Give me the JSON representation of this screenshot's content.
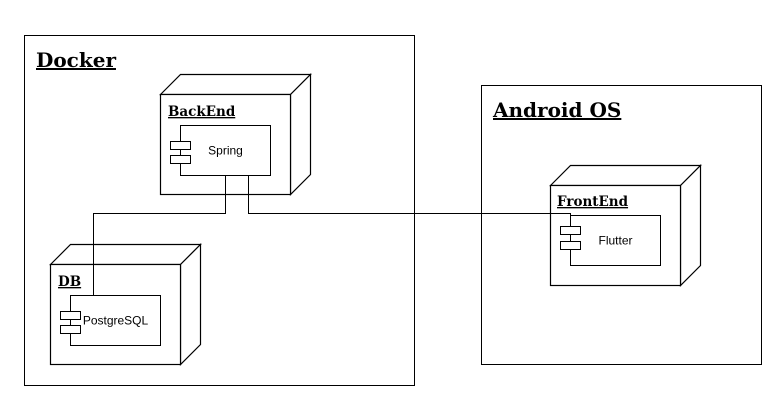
{
  "diagram": {
    "frames": {
      "docker": {
        "title": "Docker"
      },
      "android": {
        "title": "Android OS"
      }
    },
    "nodes": {
      "backend": {
        "title": "BackEnd",
        "component": "Spring"
      },
      "db": {
        "title": "DB",
        "component": "PostgreSQL"
      },
      "frontend": {
        "title": "FrontEnd",
        "component": "Flutter"
      }
    }
  }
}
